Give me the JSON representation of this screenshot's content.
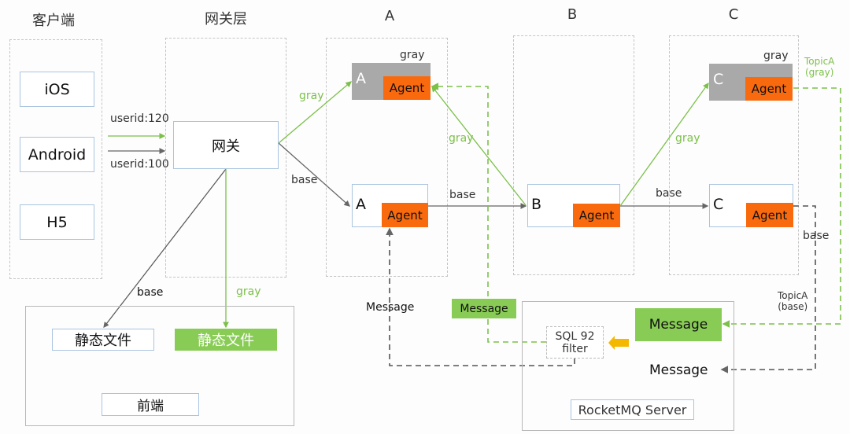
{
  "columns": {
    "client": "客户端",
    "gateway_layer": "网关层",
    "a": "A",
    "b": "B",
    "c": "C"
  },
  "clients": [
    "iOS",
    "Android",
    "H5"
  ],
  "gateway": {
    "label": "网关"
  },
  "edges": {
    "userid_gray": "userid:120",
    "userid_base": "userid:100",
    "gw_to_a_gray": "gray",
    "gw_to_a_base": "base",
    "a_to_b_gray": "gray",
    "a_to_b_base": "base",
    "b_to_c_gray": "gray",
    "b_to_c_base": "base",
    "gw_to_static_base": "base",
    "gw_to_static_gray": "gray",
    "c_base_down": "base",
    "topic_gray": "TopicA\n(gray)",
    "topic_base": "TopicA\n(base)"
  },
  "services": {
    "a_gray": {
      "letter": "A",
      "agent": "Agent",
      "tag": "gray"
    },
    "a_base": {
      "letter": "A",
      "agent": "Agent"
    },
    "b_base": {
      "letter": "B",
      "agent": "Agent"
    },
    "c_gray": {
      "letter": "C",
      "agent": "Agent",
      "tag": "gray"
    },
    "c_base": {
      "letter": "C",
      "agent": "Agent"
    }
  },
  "frontend": {
    "static_base": "静态文件",
    "static_gray": "静态文件",
    "label": "前端"
  },
  "messages": {
    "to_a_base": "Message",
    "to_a_gray": "Message",
    "server_gray": "Message",
    "server_base": "Message"
  },
  "rocketmq": {
    "filter_line1": "SQL 92",
    "filter_line2": "filter",
    "label": "RocketMQ Server"
  },
  "colors": {
    "gray_route": "#7cc04a",
    "base_route": "#666666",
    "agent": "#f96a0e",
    "gray_node": "#a9a9a9",
    "message_green": "#88cc55",
    "filter_arrow": "#f5b800"
  }
}
